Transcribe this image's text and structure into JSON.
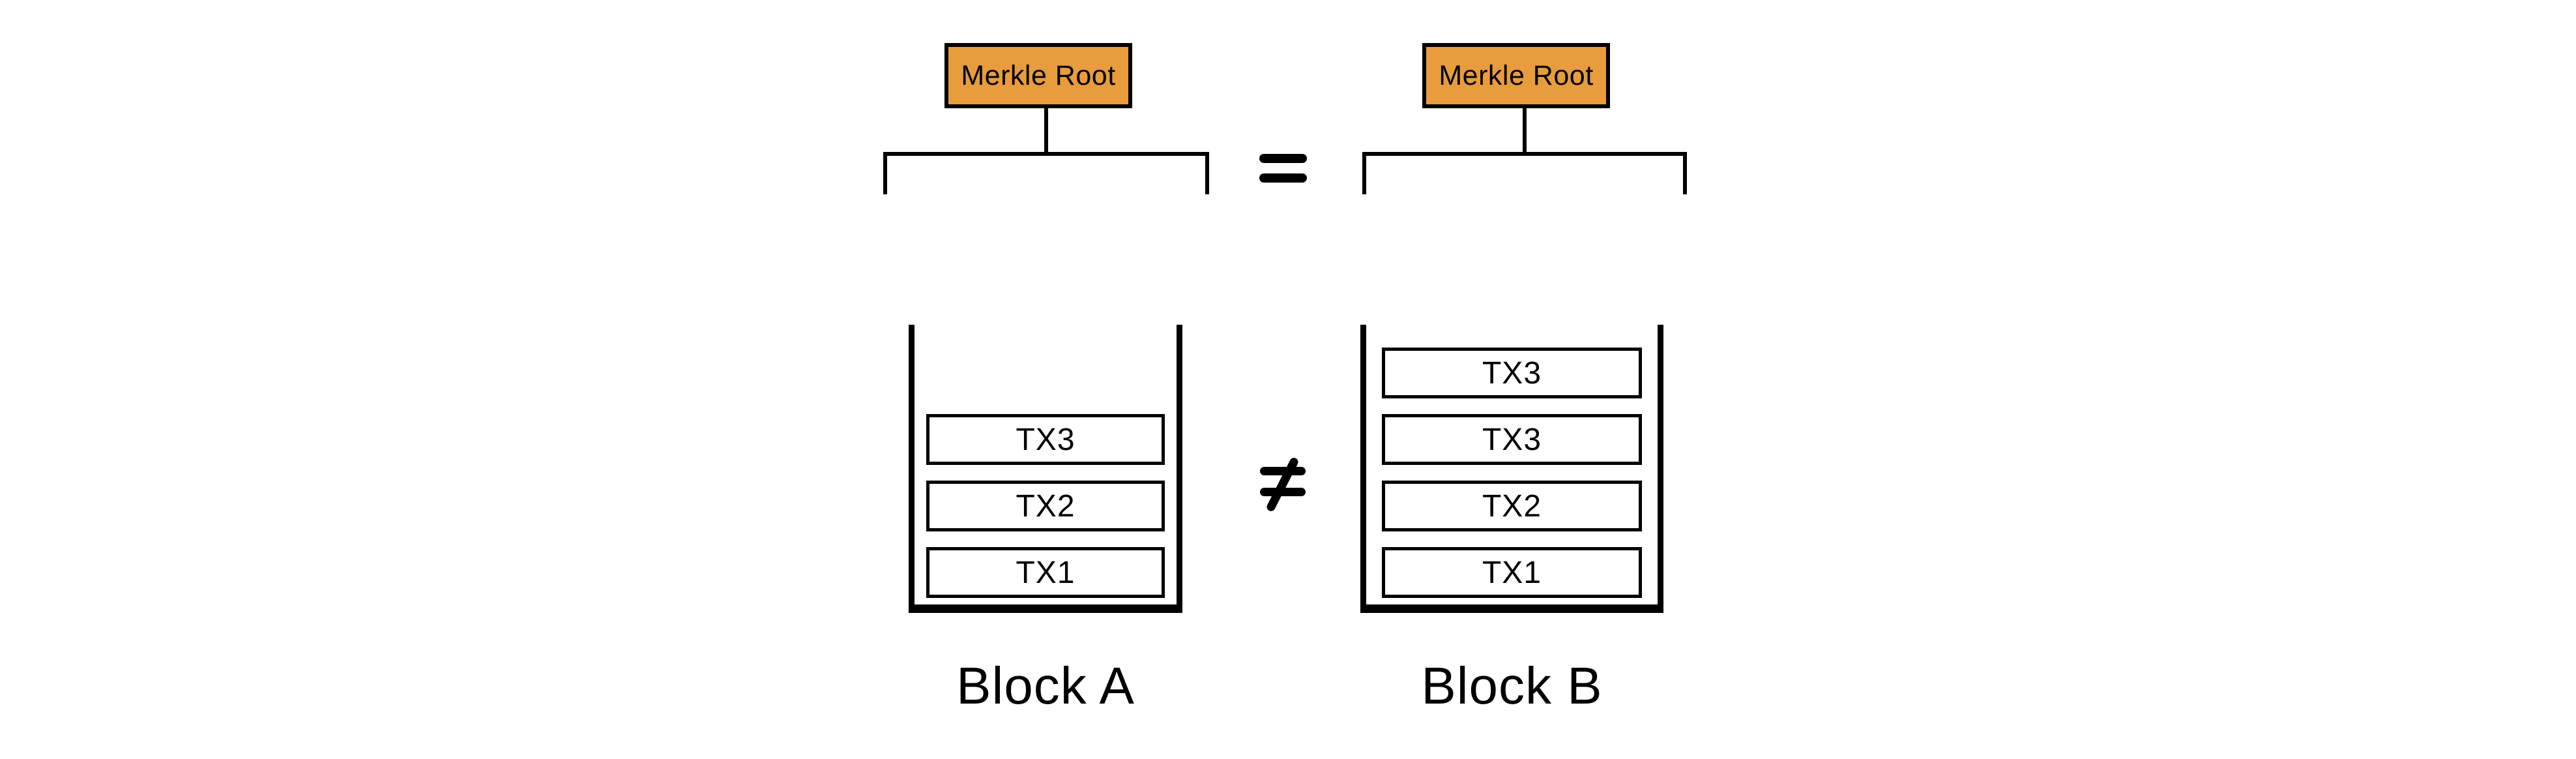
{
  "colors": {
    "root_fill": "#E89C3E",
    "stroke": "#000000",
    "row_fill": "#FFFFFF",
    "background": "#FFFFFF"
  },
  "diagram": {
    "merkle_left": {
      "label": "Merkle Root"
    },
    "merkle_right": {
      "label": "Merkle Root"
    },
    "roots_relation": "=",
    "blocks_relation": "≠",
    "block_a": {
      "label": "Block A",
      "transactions": [
        "TX3",
        "TX2",
        "TX1"
      ]
    },
    "block_b": {
      "label": "Block B",
      "transactions": [
        "TX3",
        "TX3",
        "TX2",
        "TX1"
      ]
    }
  }
}
